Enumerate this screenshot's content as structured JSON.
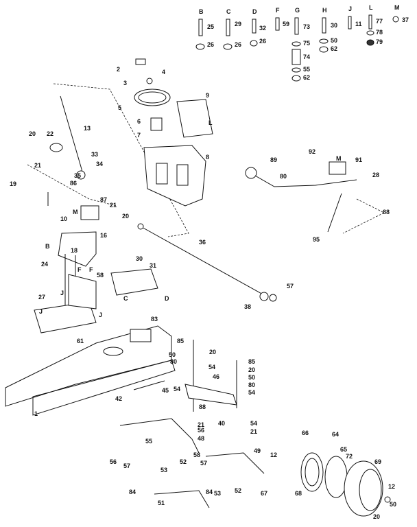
{
  "hardware_headers": [
    {
      "letter": "B",
      "nums": [
        "25",
        "26"
      ]
    },
    {
      "letter": "C",
      "nums": [
        "29",
        "26"
      ]
    },
    {
      "letter": "D",
      "nums": [
        "32",
        "26"
      ]
    },
    {
      "letter": "F",
      "nums": [
        "59"
      ]
    },
    {
      "letter": "G",
      "nums": [
        "73",
        "75",
        "74",
        "55",
        "62"
      ]
    },
    {
      "letter": "H",
      "nums": [
        "30",
        "50",
        "62"
      ]
    },
    {
      "letter": "J",
      "nums": [
        "11"
      ]
    },
    {
      "letter": "L",
      "nums": [
        "77",
        "78",
        "79"
      ]
    },
    {
      "letter": "M",
      "nums": [
        "37"
      ]
    }
  ],
  "callouts": [
    "2",
    "3",
    "4",
    "5",
    "6",
    "7",
    "8",
    "9",
    "13",
    "20",
    "21",
    "22",
    "33",
    "34",
    "35",
    "86",
    "19",
    "87",
    "10",
    "M",
    "21",
    "20",
    "16",
    "B",
    "24",
    "18",
    "F",
    "F",
    "58",
    "30",
    "31",
    "C",
    "D",
    "36",
    "27",
    "J",
    "J",
    "J",
    "83",
    "38",
    "57",
    "89",
    "80",
    "92",
    "M",
    "91",
    "28",
    "88",
    "95",
    "85",
    "20",
    "50",
    "80",
    "54",
    "85",
    "20",
    "50",
    "80",
    "54",
    "46",
    "42",
    "45",
    "54",
    "88",
    "40",
    "54",
    "21",
    "21",
    "55",
    "56",
    "48",
    "56",
    "57",
    "53",
    "52",
    "58",
    "57",
    "49",
    "12",
    "66",
    "64",
    "65",
    "72",
    "69",
    "12",
    "50",
    "20",
    "51",
    "84",
    "84",
    "53",
    "52",
    "67",
    "68",
    "61",
    "1",
    "L"
  ]
}
